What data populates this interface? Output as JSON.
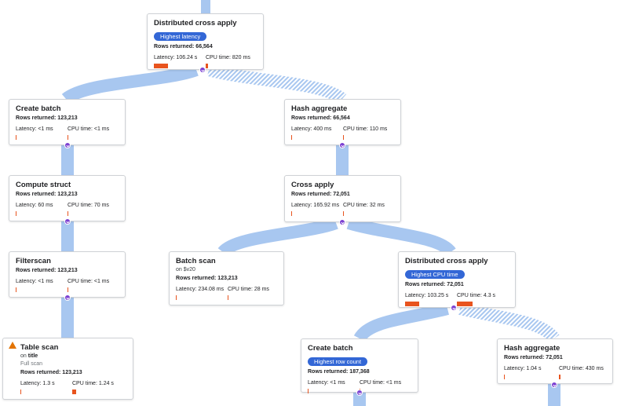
{
  "labels": {
    "rows_prefix": "Rows returned:",
    "latency_prefix": "Latency:",
    "cpu_prefix": "CPU time:",
    "on_prefix": "on"
  },
  "colors": {
    "edge": "#a8c7f0",
    "bar": "#e8541e",
    "badge": "#3367d6",
    "handle": "#7b3fd1",
    "warning": "#e37400"
  },
  "nodes": [
    {
      "id": "dca_root",
      "title": "Distributed cross apply",
      "badge": "Highest latency",
      "rows": "66,564",
      "latency": "106.24 s",
      "cpu": "820 ms",
      "latency_share": 0.8,
      "cpu_share": 0.05
    },
    {
      "id": "create_batch_1",
      "title": "Create batch",
      "rows": "123,213",
      "latency": "<1 ms",
      "cpu": "<1 ms",
      "latency_share": 0.01,
      "cpu_share": 0.01
    },
    {
      "id": "hash_agg_1",
      "title": "Hash aggregate",
      "rows": "66,564",
      "latency": "400 ms",
      "cpu": "110 ms",
      "latency_share": 0.01,
      "cpu_share": 0.01
    },
    {
      "id": "compute_struct",
      "title": "Compute struct",
      "rows": "123,213",
      "latency": "60 ms",
      "cpu": "70 ms",
      "latency_share": 0.01,
      "cpu_share": 0.01
    },
    {
      "id": "cross_apply",
      "title": "Cross apply",
      "rows": "72,051",
      "latency": "165.92 ms",
      "cpu": "32 ms",
      "latency_share": 0.01,
      "cpu_share": 0.01
    },
    {
      "id": "filterscan",
      "title": "Filterscan",
      "rows": "123,213",
      "latency": "<1 ms",
      "cpu": "<1 ms",
      "latency_share": 0.01,
      "cpu_share": 0.01
    },
    {
      "id": "batch_scan",
      "title": "Batch scan",
      "on": "$v20",
      "rows": "123,213",
      "latency": "234.08 ms",
      "cpu": "28 ms",
      "latency_share": 0.01,
      "cpu_share": 0.01
    },
    {
      "id": "dca_child",
      "title": "Distributed cross apply",
      "badge": "Highest CPU time",
      "rows": "72,051",
      "latency": "103.25 s",
      "cpu": "4.3 s",
      "latency_share": 0.8,
      "cpu_share": 0.8
    },
    {
      "id": "table_scan",
      "title": "Table scan",
      "warning": true,
      "on": "title",
      "scan": "Full scan",
      "rows": "123,213",
      "latency": "1.3 s",
      "cpu": "1.24 s",
      "latency_share": 0.01,
      "cpu_share": 0.25
    },
    {
      "id": "create_batch_2",
      "title": "Create batch",
      "badge": "Highest row count",
      "rows": "187,368",
      "latency": "<1 ms",
      "cpu": "<1 ms",
      "latency_share": 0.01,
      "cpu_share": 0.01
    },
    {
      "id": "hash_agg_2",
      "title": "Hash aggregate",
      "rows": "72,051",
      "latency": "1.04 s",
      "cpu": "430 ms",
      "latency_share": 0.01,
      "cpu_share": 0.03
    }
  ]
}
